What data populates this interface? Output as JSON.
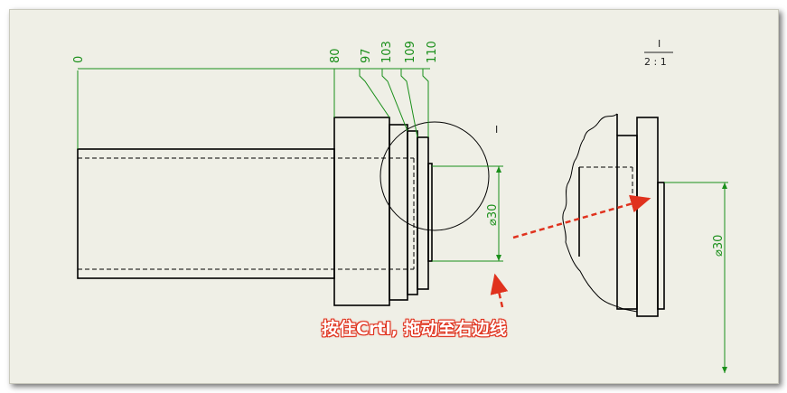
{
  "drawing": {
    "ordinate_dims": [
      "0",
      "80",
      "97",
      "103",
      "109",
      "110"
    ],
    "diameter_label": "⌀30",
    "detail_diameter_label": "⌀30",
    "detail_marker": "I",
    "detail_view_label": "I",
    "detail_scale": "2 : 1"
  },
  "annotation": {
    "callout": "按住Crtl, 拖动至右边线"
  },
  "colors": {
    "dimension": "#1a8f1a",
    "geometry": "#000000",
    "annotation": "#e0321e",
    "sheet": "#efefe6"
  }
}
